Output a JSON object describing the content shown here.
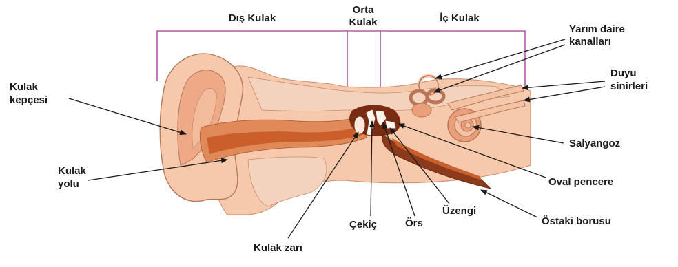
{
  "diagram": {
    "regions": {
      "outer": "Dış Kulak",
      "middle_line1": "Orta",
      "middle_line2": "Kulak",
      "inner": "İç Kulak"
    },
    "labels": {
      "pinna_line1": "Kulak",
      "pinna_line2": "kepçesi",
      "canal_line1": "Kulak",
      "canal_line2": "yolu",
      "semicircular_line1": "Yarım daire",
      "semicircular_line2": "kanalları",
      "nerves_line1": "Duyu",
      "nerves_line2": "sinirleri",
      "cochlea": "Salyangoz",
      "oval_window": "Oval pencere",
      "eustachian": "Östaki borusu",
      "stapes": "Üzengi",
      "incus": "Örs",
      "malleus": "Çekiç",
      "eardrum": "Kulak zarı"
    },
    "colors": {
      "skin": "#f6c9ad",
      "skin_dark": "#e9a07a",
      "canal": "#d9763f",
      "bone": "#f3d3bd",
      "bracket": "#b05aa8",
      "arrow": "#1a1a1a",
      "tube": "#8c3a1c"
    }
  }
}
